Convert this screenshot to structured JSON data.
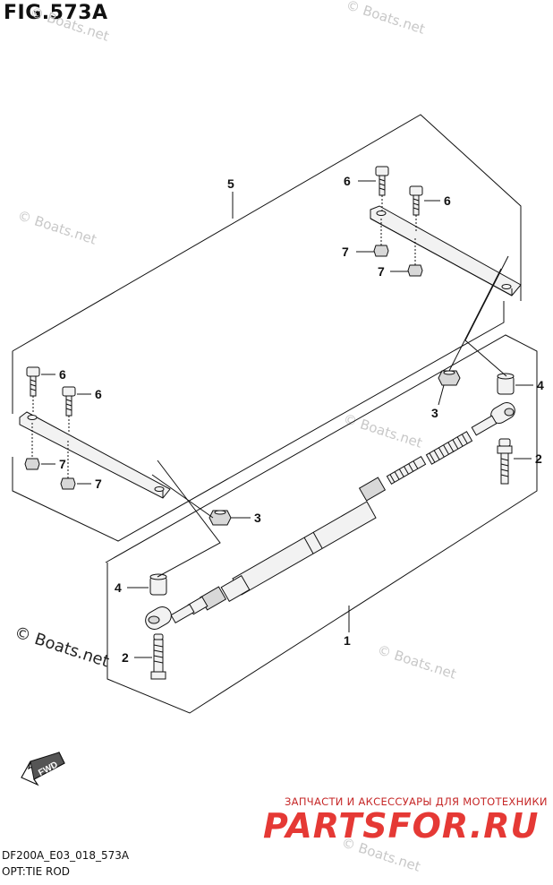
{
  "figure_title": "FIG.573A",
  "footer": {
    "code": "DF200A_E03_018_573A",
    "subtitle": "OPT:TIE ROD"
  },
  "watermark": "© Boats.net",
  "ad": {
    "russian_text": "ЗАПЧАСТИ И АКСЕССУАРЫ ДЛЯ МОТОТЕХНИКИ",
    "brand": "PARTSFOR.RU"
  },
  "fwd_label": "FWD",
  "callouts": {
    "c1": "1",
    "c2a": "2",
    "c2b": "2",
    "c3a": "3",
    "c3b": "3",
    "c4a": "4",
    "c4b": "4",
    "c5": "5",
    "c6a": "6",
    "c6b": "6",
    "c6c": "6",
    "c6d": "6",
    "c7a": "7",
    "c7b": "7",
    "c7c": "7",
    "c7d": "7"
  }
}
